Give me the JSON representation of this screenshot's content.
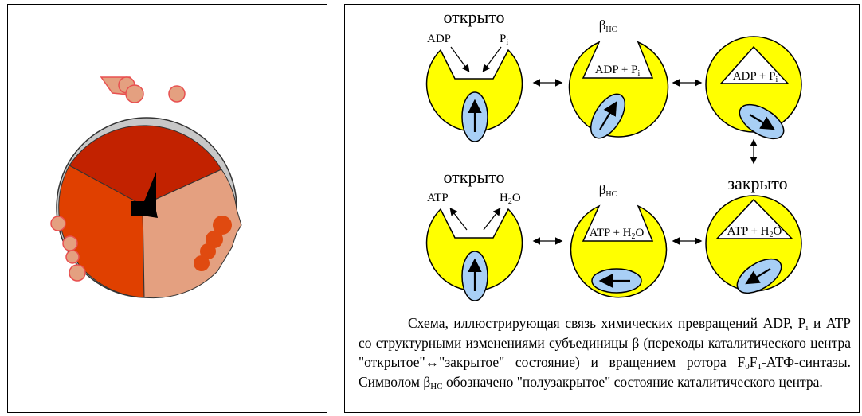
{
  "left_figure": {
    "colors": {
      "sector_top": "#c22200",
      "sector_left": "#e04000",
      "sector_right": "#e4a080",
      "pointer": "#000000"
    }
  },
  "diagram": {
    "colors": {
      "cup": "#ffff00",
      "rotor": "#a8cff5"
    },
    "top_row": {
      "state1_title": "открыто",
      "state1_label_left": "ADP",
      "state1_label_right": "P",
      "state1_label_right_sub": "i",
      "state2_title": "β",
      "state2_title_sub": "НС",
      "state2_content": "ADP + P",
      "state2_content_sub": "i",
      "state3_content": "ADP + P",
      "state3_content_sub": "i"
    },
    "bottom_row": {
      "state1_title": "открыто",
      "state1_label_left": "ATP",
      "state1_label_right": "H",
      "state1_label_right_sub": "2",
      "state1_label_right_end": "O",
      "state2_title": "β",
      "state2_title_sub": "НС",
      "state2_content": "ATP + H",
      "state2_content_sub": "2",
      "state2_content_end": "O",
      "state3_title": "закрыто",
      "state3_content": "ATP + H",
      "state3_content_sub": "2",
      "state3_content_end": "O"
    }
  },
  "caption": {
    "p1": "Схема, иллюстрирующая связь химических превращений ADP, P",
    "p1_sub": "i",
    "p2": " и ATP со структурными изменениями субъединицы β (переходы каталитического центра \"открытое\"↔\"закрытое\" состояние) и вращением ротора F",
    "p2_sub": "0",
    "p3": "F",
    "p3_sub": "1",
    "p4": "-АТФ-синтазы. Символом β",
    "p4_sub": "НС",
    "p5": " обозначено \"полузакрытое\" состояние каталитического центра."
  }
}
